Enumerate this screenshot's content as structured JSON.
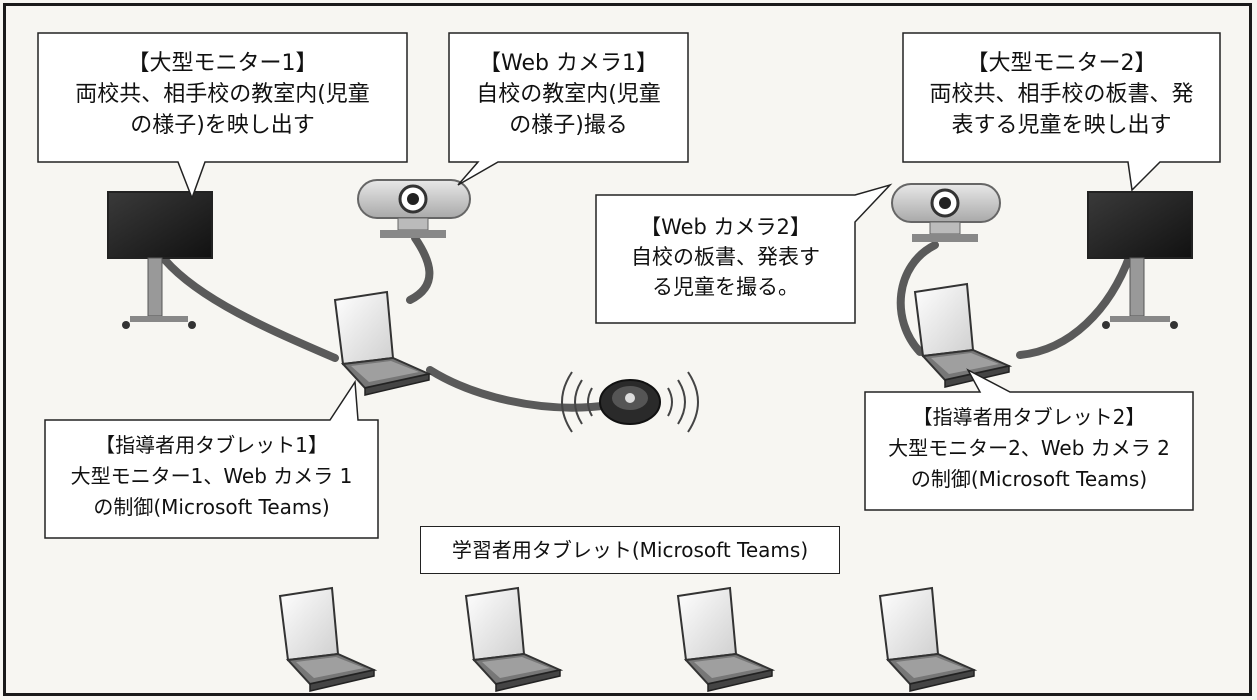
{
  "callouts": {
    "monitor1": {
      "lines": [
        "【大型モニター1】",
        "両校共、相手校の教室内(児童",
        "の様子)を映し出す"
      ]
    },
    "webcam1": {
      "lines": [
        "【Web カメラ1】",
        "自校の教室内(児童",
        "の様子)撮る"
      ]
    },
    "monitor2": {
      "lines": [
        "【大型モニター2】",
        "両校共、相手校の板書、発",
        "表する児童を映し出す"
      ]
    },
    "webcam2": {
      "lines": [
        "【Web カメラ2】",
        "自校の板書、発表す",
        "る児童を撮る。"
      ]
    },
    "tablet1": {
      "lines": [
        "【指導者用タブレット1】",
        "大型モニター1、Web カメラ 1",
        "の制御(Microsoft Teams)"
      ]
    },
    "tablet2": {
      "lines": [
        "【指導者用タブレット2】",
        "大型モニター2、Web カメラ 2",
        "の制御(Microsoft Teams)"
      ]
    }
  },
  "learner_label": "学習者用タブレット(Microsoft Teams)",
  "colors": {
    "border": "#1a1a1a",
    "background": "#f7f6f2",
    "cable": "#5a5a5a",
    "screen": "#1c1c1c"
  }
}
